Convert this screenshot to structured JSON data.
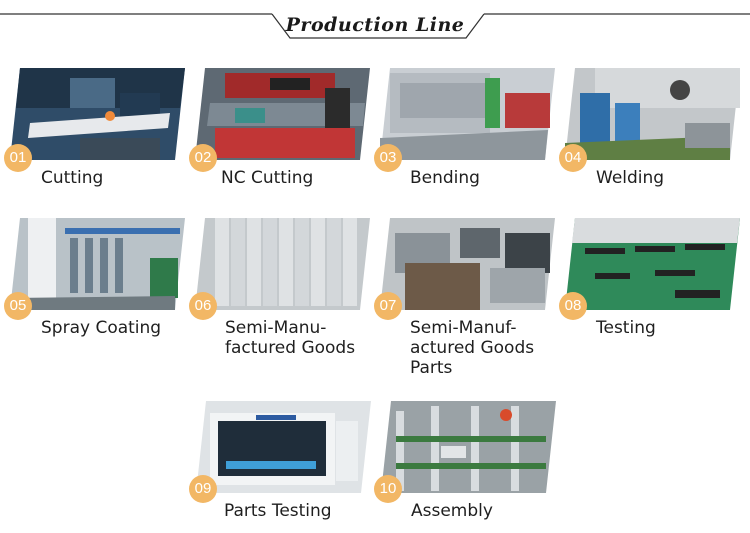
{
  "header": {
    "title": "Production Line"
  },
  "steps": [
    {
      "number": "01",
      "label": "Cutting"
    },
    {
      "number": "02",
      "label": "NC Cutting"
    },
    {
      "number": "03",
      "label": "Bending"
    },
    {
      "number": "04",
      "label": "Welding"
    },
    {
      "number": "05",
      "label": "Spray Coating"
    },
    {
      "number": "06",
      "label": "Semi-Manu-\nfactured Goods"
    },
    {
      "number": "07",
      "label": "Semi-Manuf-\nactured Goods\nParts"
    },
    {
      "number": "08",
      "label": "Testing"
    },
    {
      "number": "09",
      "label": "Parts Testing"
    },
    {
      "number": "10",
      "label": "Assembly"
    }
  ],
  "colors": {
    "badge": "#f2b765",
    "line": "#333333"
  }
}
